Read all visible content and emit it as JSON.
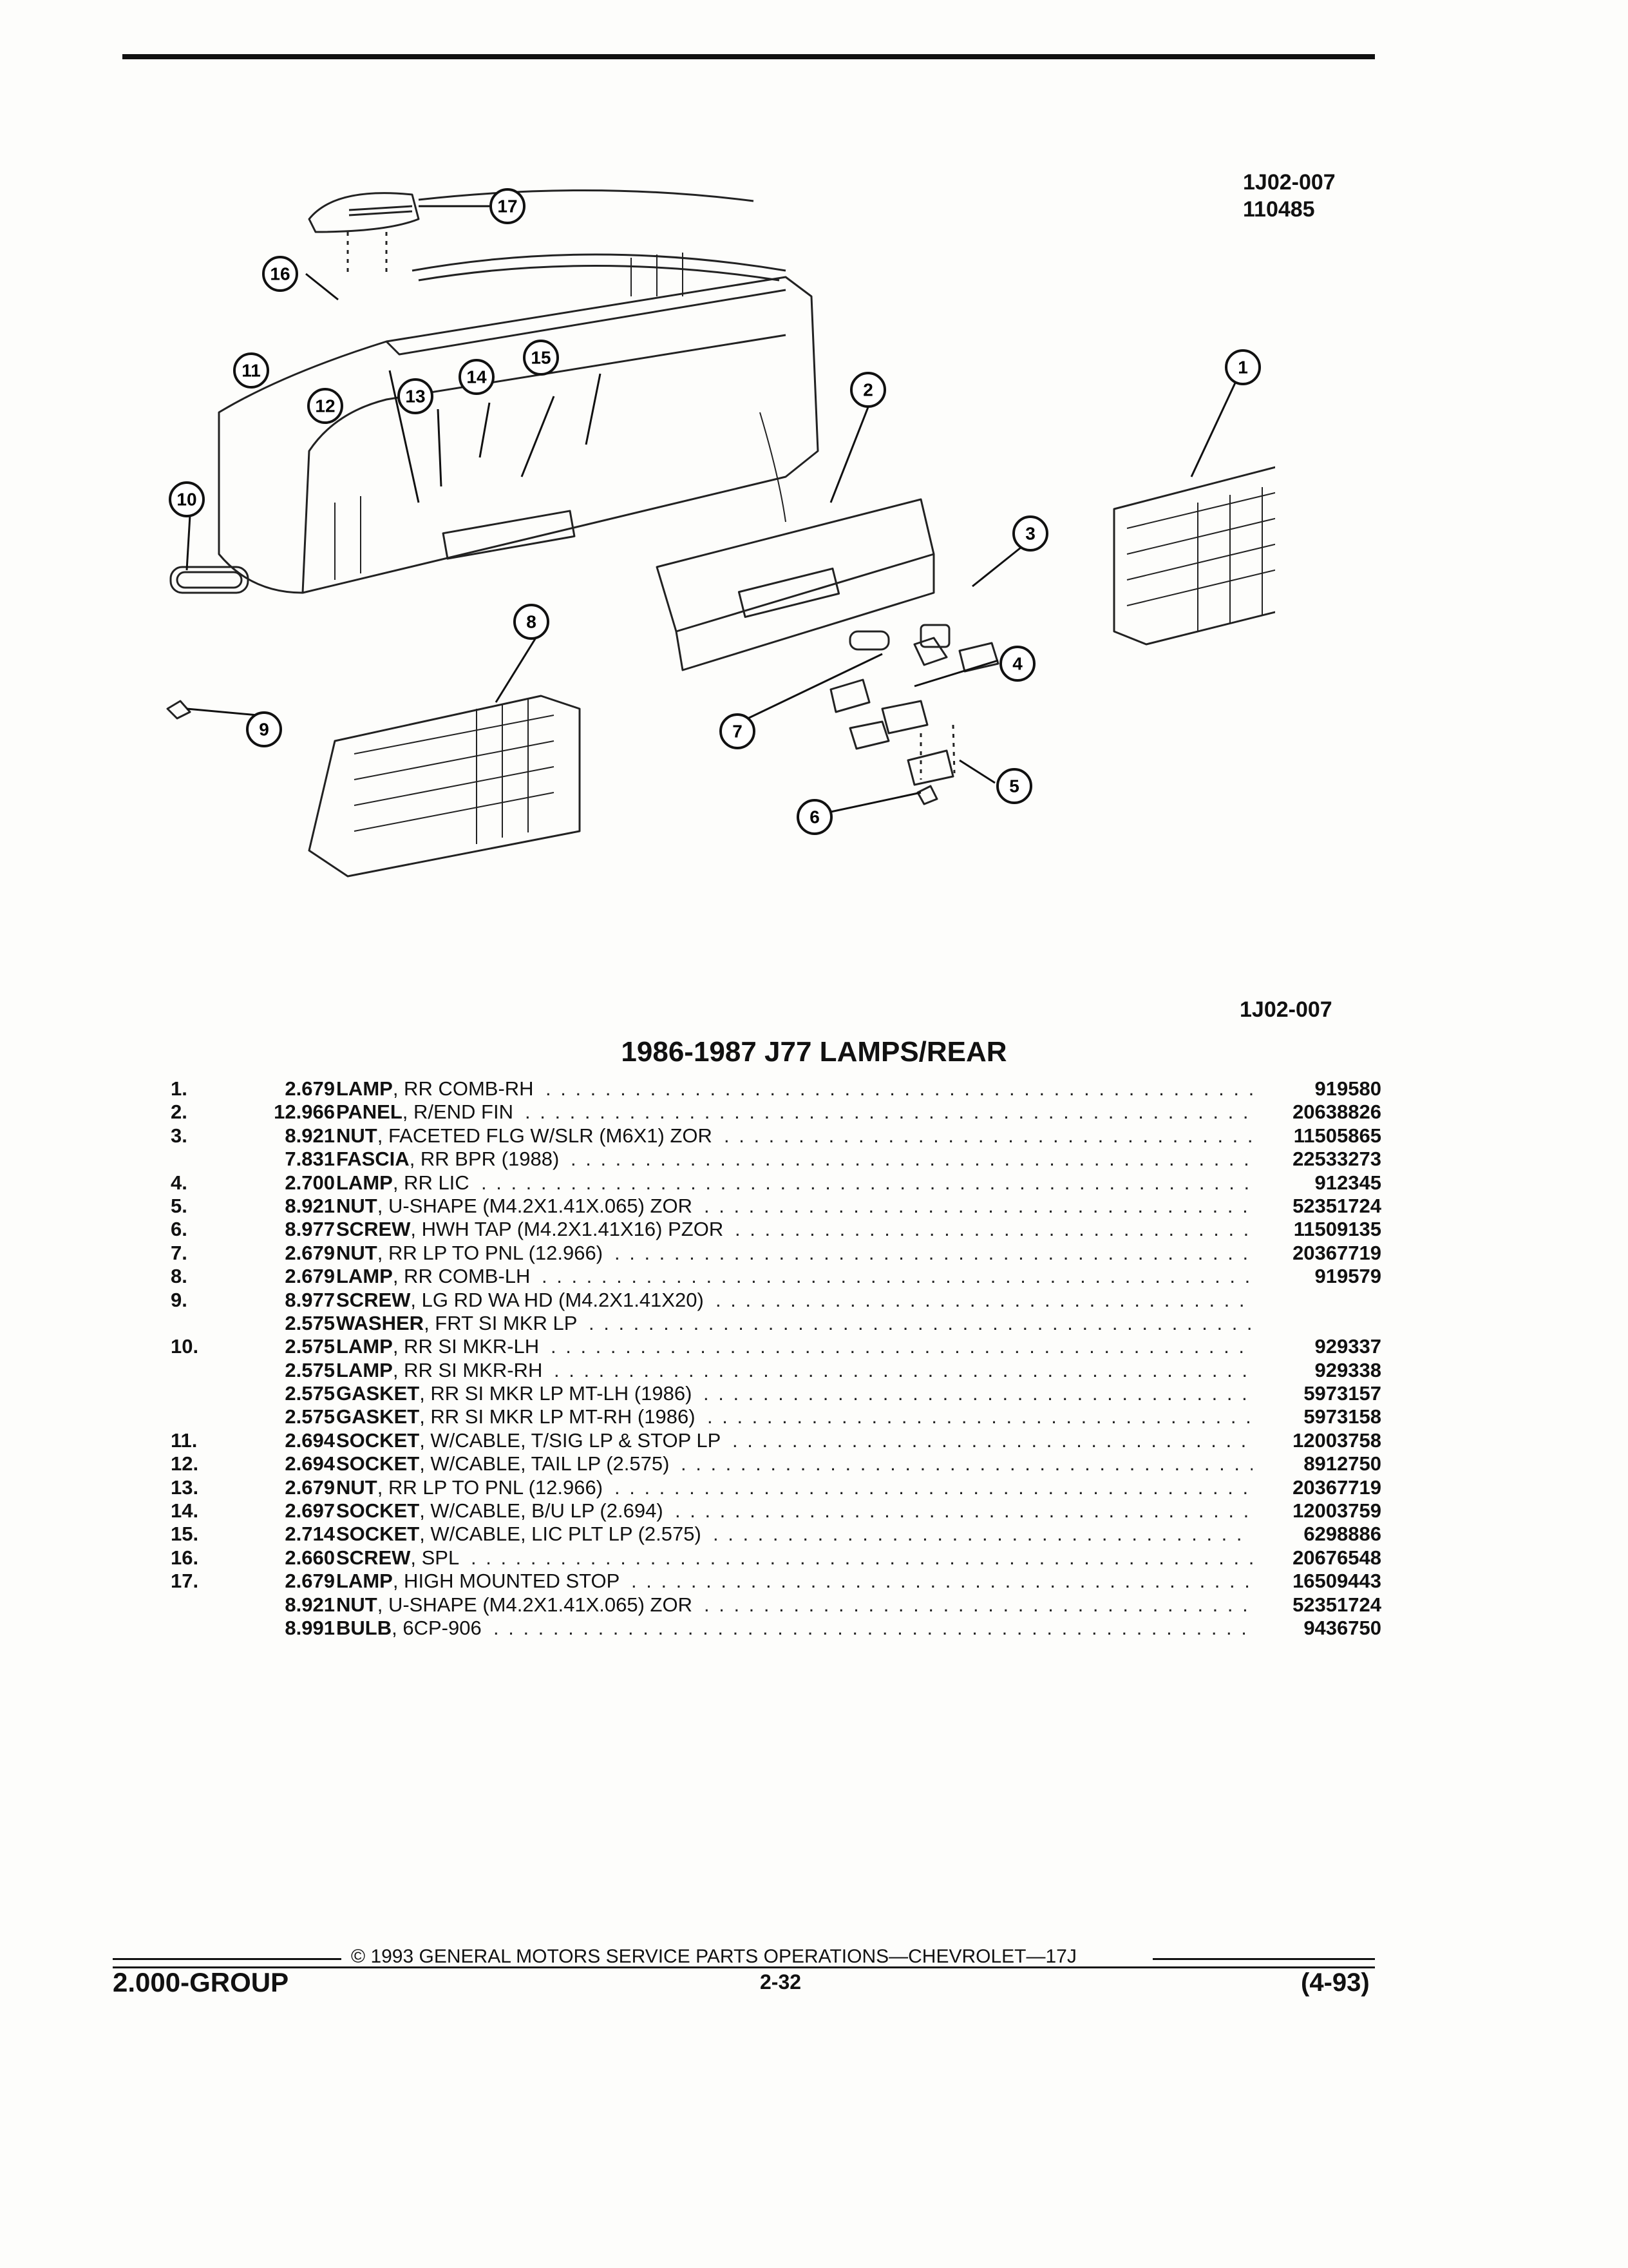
{
  "figure_code_top": [
    "1J02-007",
    "110485"
  ],
  "figure_code_bottom": "1J02-007",
  "title": "1986-1987 J77 LAMPS/REAR",
  "callouts": [
    "1",
    "2",
    "3",
    "4",
    "5",
    "6",
    "7",
    "8",
    "9",
    "10",
    "11",
    "12",
    "13",
    "14",
    "15",
    "16",
    "17"
  ],
  "parts": [
    {
      "ref": "1.",
      "group": "2.679",
      "name": "LAMP",
      "desc": ", RR COMB-RH",
      "part_no": "919580"
    },
    {
      "ref": "2.",
      "group": "12.966",
      "name": "PANEL",
      "desc": ", R/END FIN",
      "part_no": "20638826"
    },
    {
      "ref": "3.",
      "group": "8.921",
      "name": "NUT",
      "desc": ", FACETED FLG W/SLR (M6X1) ZOR",
      "part_no": "11505865"
    },
    {
      "ref": "",
      "group": "7.831",
      "name": "FASCIA",
      "desc": ", RR BPR (1988)",
      "part_no": "22533273"
    },
    {
      "ref": "4.",
      "group": "2.700",
      "name": "LAMP",
      "desc": ", RR LIC",
      "part_no": "912345"
    },
    {
      "ref": "5.",
      "group": "8.921",
      "name": "NUT",
      "desc": ", U-SHAPE (M4.2X1.41X.065) ZOR",
      "part_no": "52351724"
    },
    {
      "ref": "6.",
      "group": "8.977",
      "name": "SCREW",
      "desc": ", HWH TAP (M4.2X1.41X16) PZOR",
      "part_no": "11509135"
    },
    {
      "ref": "7.",
      "group": "2.679",
      "name": "NUT",
      "desc": ", RR LP TO PNL (12.966)",
      "part_no": "20367719"
    },
    {
      "ref": "8.",
      "group": "2.679",
      "name": "LAMP",
      "desc": ", RR COMB-LH",
      "part_no": "919579"
    },
    {
      "ref": "9.",
      "group": "8.977",
      "name": "SCREW",
      "desc": ", LG RD WA HD (M4.2X1.41X20)",
      "part_no": ""
    },
    {
      "ref": "",
      "group": "2.575",
      "name": "WASHER",
      "desc": ", FRT SI MKR LP",
      "part_no": ""
    },
    {
      "ref": "10.",
      "group": "2.575",
      "name": "LAMP",
      "desc": ", RR SI MKR-LH",
      "part_no": "929337"
    },
    {
      "ref": "",
      "group": "2.575",
      "name": "LAMP",
      "desc": ", RR SI MKR-RH",
      "part_no": "929338"
    },
    {
      "ref": "",
      "group": "2.575",
      "name": "GASKET",
      "desc": ", RR SI MKR LP MT-LH (1986)",
      "part_no": "5973157"
    },
    {
      "ref": "",
      "group": "2.575",
      "name": "GASKET",
      "desc": ", RR SI MKR LP MT-RH (1986)",
      "part_no": "5973158"
    },
    {
      "ref": "11.",
      "group": "2.694",
      "name": "SOCKET",
      "desc": ", W/CABLE, T/SIG LP & STOP LP",
      "part_no": "12003758"
    },
    {
      "ref": "12.",
      "group": "2.694",
      "name": "SOCKET",
      "desc": ", W/CABLE, TAIL LP (2.575)",
      "part_no": "8912750"
    },
    {
      "ref": "13.",
      "group": "2.679",
      "name": "NUT",
      "desc": ", RR LP TO PNL (12.966)",
      "part_no": "20367719"
    },
    {
      "ref": "14.",
      "group": "2.697",
      "name": "SOCKET",
      "desc": ", W/CABLE, B/U LP (2.694)",
      "part_no": "12003759"
    },
    {
      "ref": "15.",
      "group": "2.714",
      "name": "SOCKET",
      "desc": ", W/CABLE, LIC PLT LP (2.575)",
      "part_no": "6298886"
    },
    {
      "ref": "16.",
      "group": "2.660",
      "name": "SCREW",
      "desc": ", SPL",
      "part_no": "20676548"
    },
    {
      "ref": "17.",
      "group": "2.679",
      "name": "LAMP",
      "desc": ", HIGH MOUNTED STOP",
      "part_no": "16509443"
    },
    {
      "ref": "",
      "group": "8.921",
      "name": "NUT",
      "desc": ", U-SHAPE (M4.2X1.41X.065) ZOR",
      "part_no": "52351724"
    },
    {
      "ref": "",
      "group": "8.991",
      "name": "BULB",
      "desc": ", 6CP-906",
      "part_no": "9436750"
    }
  ],
  "footer": {
    "copyright": "© 1993 GENERAL MOTORS SERVICE PARTS OPERATIONS—CHEVROLET—17J",
    "group_label": "2.000-GROUP",
    "page_number": "2-32",
    "date_code": "(4-93)"
  }
}
